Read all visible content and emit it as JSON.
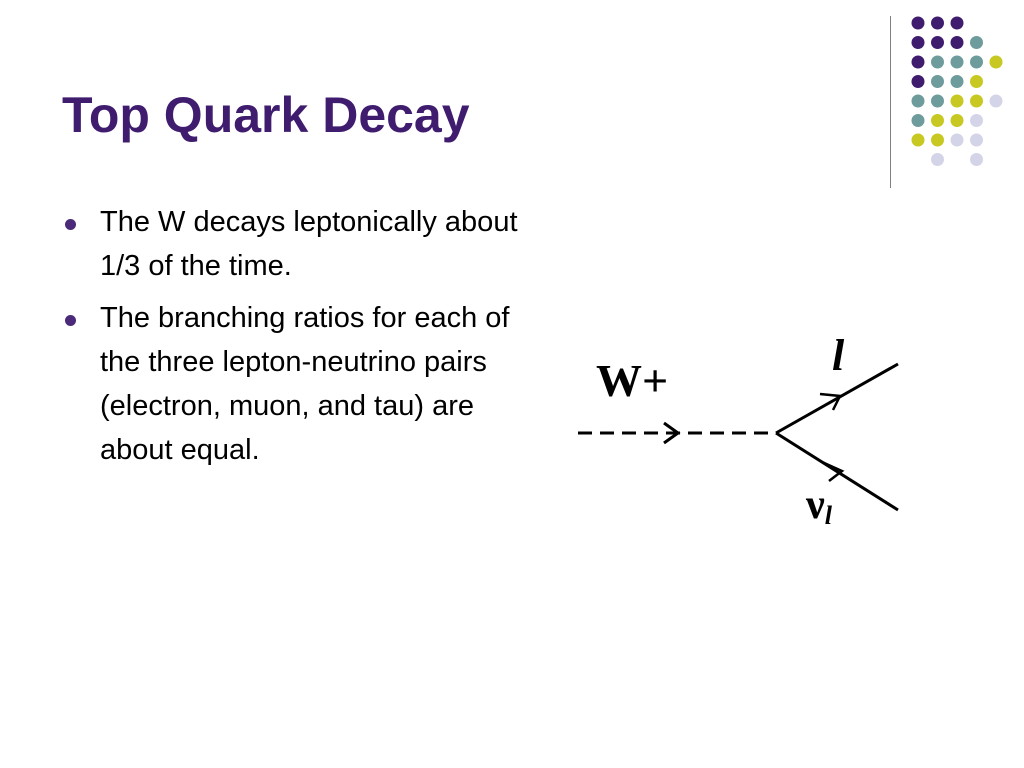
{
  "slide": {
    "title": "Top Quark Decay",
    "bullets": [
      {
        "text": "The W decays leptonically about 1/3 of the time."
      },
      {
        "text": "The branching ratios for each of the three lepton-neutrino pairs (electron, muon, and tau) are about equal."
      }
    ]
  },
  "diagram": {
    "boson_label": "W+",
    "lepton_label": "l",
    "neutrino_label": "ν",
    "neutrino_subscript": "l"
  },
  "colors": {
    "title": "#3F1C6E",
    "bullet": "#4B2A7A",
    "dot_purple": "#3F1C6E",
    "dot_teal": "#6E9C9C",
    "dot_yellow": "#C8C822",
    "dot_lavender": "#D4D4E8",
    "divider": "#808080"
  },
  "decoration": {
    "dot_rows": [
      [
        "purple",
        "purple",
        "purple",
        null,
        null
      ],
      [
        "purple",
        "purple",
        "purple",
        "teal",
        null
      ],
      [
        "purple",
        "teal",
        "teal",
        "teal",
        "yellow"
      ],
      [
        "purple",
        "teal",
        "teal",
        "yellow",
        null
      ],
      [
        "teal",
        "teal",
        "yellow",
        "yellow",
        "lavender"
      ],
      [
        "teal",
        "yellow",
        "yellow",
        "lavender",
        null
      ],
      [
        "yellow",
        "yellow",
        "lavender",
        "lavender",
        null
      ],
      [
        null,
        "lavender",
        null,
        "lavender",
        null
      ]
    ]
  }
}
